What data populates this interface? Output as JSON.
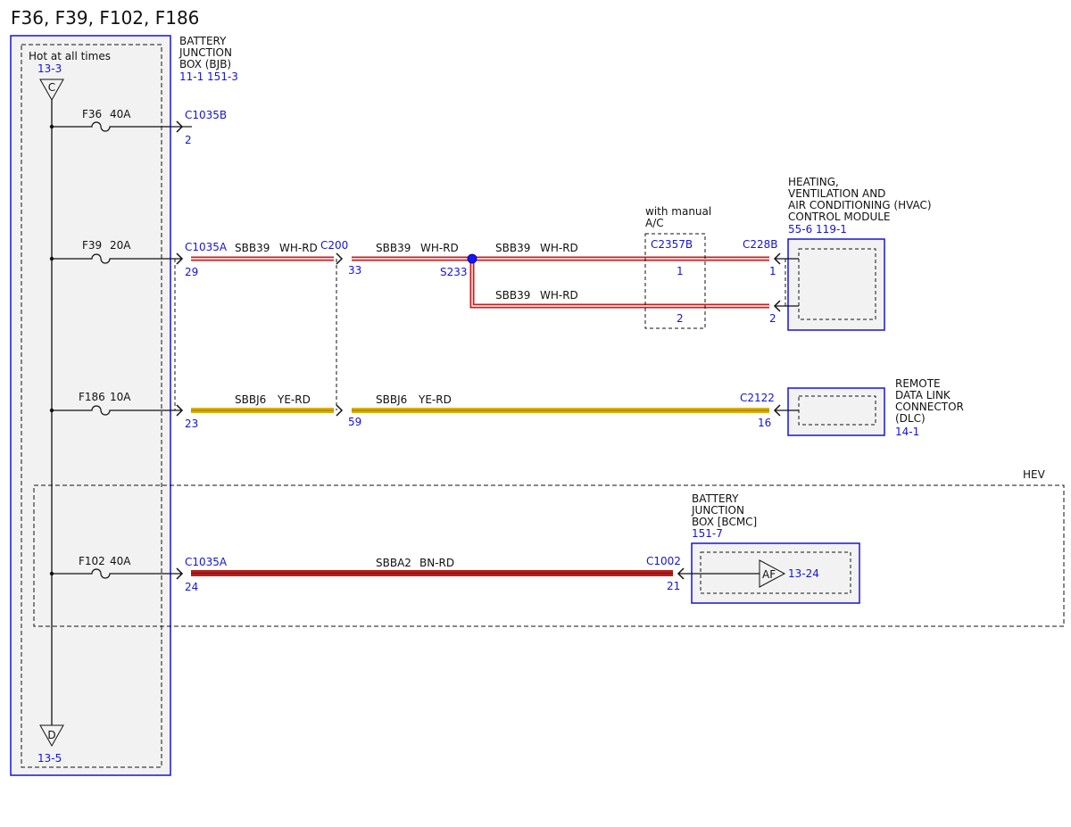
{
  "title": "F36, F39, F102, F186",
  "colors": {
    "ref": "#1414dc",
    "box": "#1414dc",
    "wh_rd": "#c81e1e",
    "ye_rd": "#e0b000",
    "bn_rd": "#b41e1e",
    "splice": "#1414ff"
  },
  "bjb": {
    "name": [
      "BATTERY",
      "JUNCTION",
      "BOX (BJB)"
    ],
    "refs": "11-1  151-3",
    "hot_label": "Hot at all times",
    "bus_top_ref": "13-3",
    "bus_top_letter": "C",
    "bus_bottom_letter": "D",
    "bus_bottom_ref": "13-5"
  },
  "fuses": {
    "f36": {
      "name": "F36",
      "rating": "40A",
      "connector": "C1035B",
      "pin": "2"
    },
    "f39": {
      "name": "F39",
      "rating": "20A",
      "connector": "C1035A",
      "pin": "29"
    },
    "f186": {
      "name": "F186",
      "rating": "10A",
      "pin": "23"
    },
    "f102": {
      "name": "F102",
      "rating": "40A",
      "connector": "C1035A",
      "pin": "24"
    }
  },
  "c200": {
    "name": "C200",
    "pin_39": "33",
    "pin_6": "59"
  },
  "splice": {
    "name": "S233"
  },
  "wires": {
    "sbb39_a": {
      "circuit": "SBB39",
      "color": "WH-RD"
    },
    "sbb39_b": {
      "circuit": "SBB39",
      "color": "WH-RD"
    },
    "sbb39_c": {
      "circuit": "SBB39",
      "color": "WH-RD"
    },
    "sbb39_d": {
      "circuit": "SBB39",
      "color": "WH-RD"
    },
    "sbbj6_a": {
      "circuit": "SBBJ6",
      "color": "YE-RD"
    },
    "sbbj6_b": {
      "circuit": "SBBJ6",
      "color": "YE-RD"
    },
    "sbba2": {
      "circuit": "SBBA2",
      "color": "BN-RD"
    }
  },
  "c2357b": {
    "label": [
      "with manual",
      "A/C"
    ],
    "name": "C2357B",
    "pin1": "1",
    "pin2": "2"
  },
  "hvac": {
    "name": [
      "HEATING,",
      "VENTILATION AND",
      "AIR CONDITIONING (HVAC)",
      "CONTROL MODULE"
    ],
    "refs": "55-6  119-1",
    "connector": "C228B",
    "pin1": "1",
    "pin2": "2"
  },
  "dlc": {
    "name": [
      "REMOTE",
      "DATA LINK",
      "CONNECTOR",
      "(DLC)"
    ],
    "refs": "14-1",
    "connector": "C2122",
    "pin": "16"
  },
  "hev": {
    "label": "HEV"
  },
  "bcmc": {
    "name": [
      "BATTERY",
      "JUNCTION",
      "BOX [BCMC]"
    ],
    "refs": "151-7",
    "connector": "C1002",
    "pin": "21",
    "af_label": "AF",
    "af_ref": "13-24"
  }
}
